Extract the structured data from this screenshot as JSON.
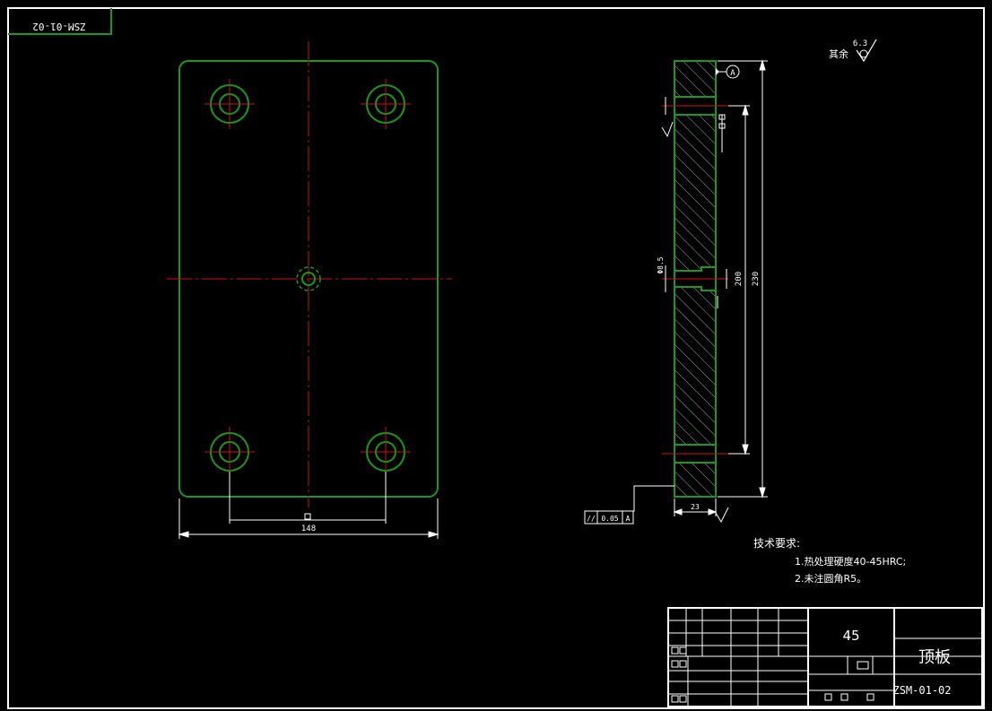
{
  "drawing": {
    "corner_code": "ZSM-01-02",
    "roughness": {
      "label": "其余",
      "value": "6.3"
    },
    "datum_label": "A",
    "front_view": {
      "width_dim": "148"
    },
    "side_view": {
      "overall_height_dim": "230",
      "hole_spacing_dim": "200",
      "mid_hole_dim": "Φ8.5",
      "thickness_dim": "23"
    },
    "tolerance_frame": {
      "symbol": "//",
      "value": "0.05",
      "datum": "A"
    },
    "technical_requirements": {
      "heading": "技术要求:",
      "items": [
        "1.热处理硬度40-45HRC;",
        "2.未注圆角R5。"
      ]
    },
    "title_block": {
      "material": "45",
      "part_name": "顶板",
      "drawing_no": "ZSM-01-02"
    }
  }
}
